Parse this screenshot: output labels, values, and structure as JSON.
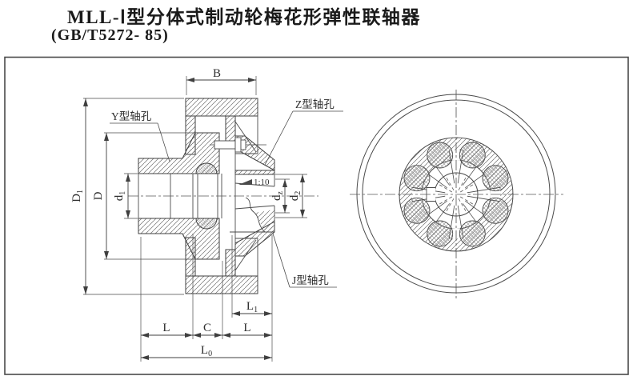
{
  "title": {
    "main": "MLL-Ⅰ型分体式制动轮梅花形弹性联轴器",
    "standard": "(GB/T5272- 85)"
  },
  "drawing": {
    "labels": {
      "y_bore": "Y型轴孔",
      "z_bore": "Z型轴孔",
      "j_bore": "J型轴孔",
      "taper": "1:10"
    },
    "dimensions": {
      "B": {
        "base": "B",
        "sub": ""
      },
      "D1": {
        "base": "D",
        "sub": "1"
      },
      "D": {
        "base": "D",
        "sub": ""
      },
      "d1": {
        "base": "d",
        "sub": "1"
      },
      "dz": {
        "base": "d",
        "sub": "z"
      },
      "d2": {
        "base": "d",
        "sub": "2"
      },
      "L1": {
        "base": "L",
        "sub": "1"
      },
      "L_left": {
        "base": "L",
        "sub": ""
      },
      "C": {
        "base": "C",
        "sub": ""
      },
      "L_right": {
        "base": "L",
        "sub": ""
      },
      "L0": {
        "base": "L",
        "sub": "0"
      }
    },
    "colors": {
      "line": "#3f3f3f",
      "background": "#ffffff"
    }
  }
}
